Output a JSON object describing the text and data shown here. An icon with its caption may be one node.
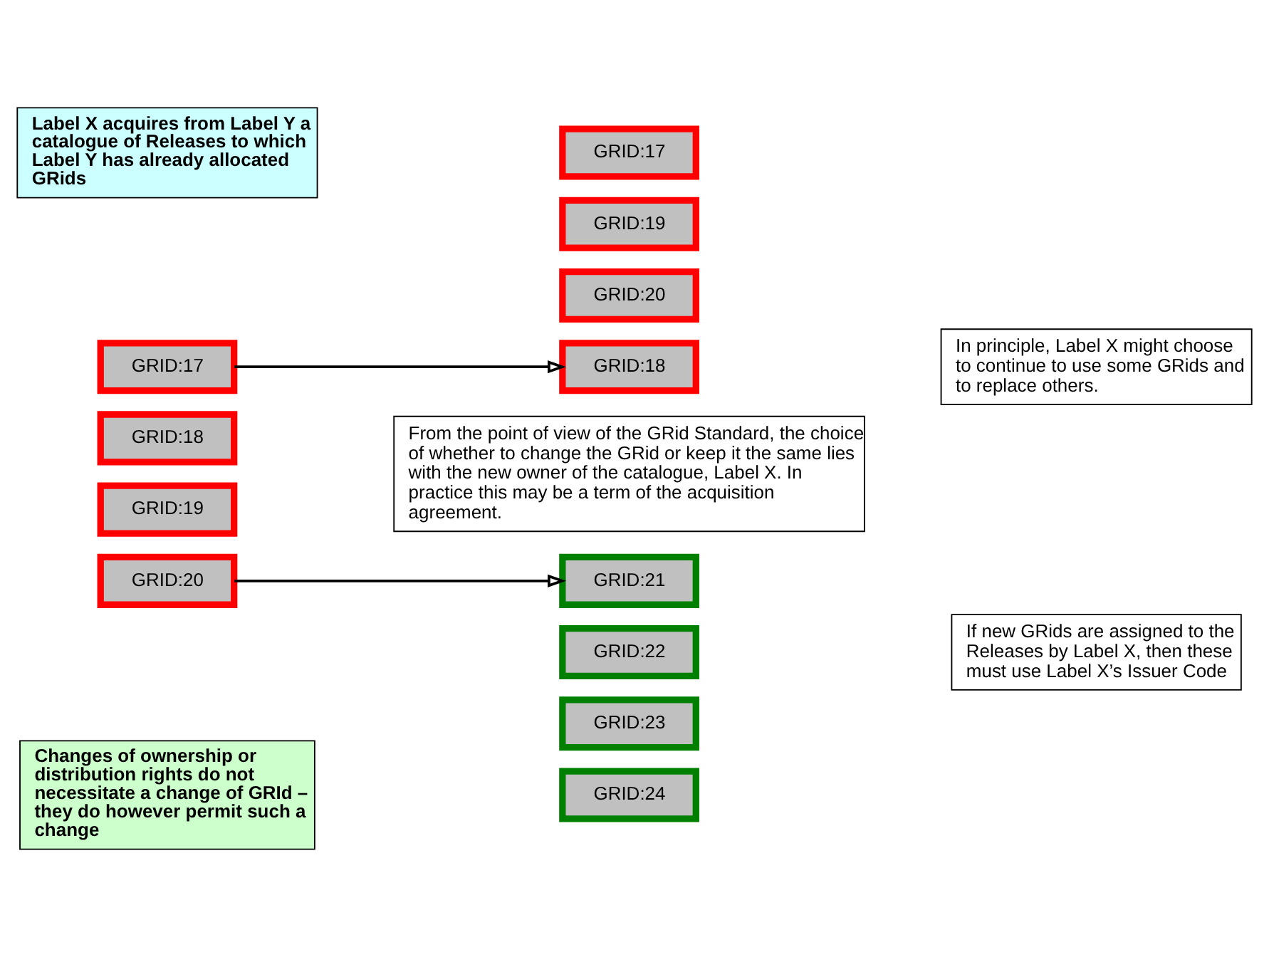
{
  "diagram": {
    "nodes": [
      {
        "text": [
          "Label X acquires from Label Y a catalogue of Releases to which Label Y has already allocated GRids"
        ]
      },
      {
        "text": [
          "GRID:17"
        ]
      },
      {
        "text": [
          "GRID:18"
        ]
      },
      {
        "text": [
          "In principle, Label X might choose to continue to use some GRids and to replace others."
        ]
      },
      {
        "text": [
          "GRID:19"
        ]
      },
      {
        "text": [
          "GRID:20"
        ]
      },
      {
        "text": [
          "GRID:17"
        ]
      },
      {
        "text": [
          "GRID:18"
        ]
      },
      {
        "text": [
          "GRID:19"
        ]
      },
      {
        "text": [
          "GRID:20"
        ]
      },
      {
        "text": [
          "From the point of view of the GRid Standard, the choice of whether to change the GRid or keep it the same lies with the new owner of the catalogue, Label X. In practice this may be a term of the acquisition agreement."
        ]
      },
      {
        "text": [
          "GRID:21"
        ]
      },
      {
        "text": [
          "GRID:22"
        ]
      },
      {
        "text": [
          "If new GRids are assigned to the Releases by Label X, then these must use Label X’s Issuer Code"
        ]
      },
      {
        "text": [
          "GRID:23"
        ]
      },
      {
        "text": [
          "GRID:24"
        ]
      },
      {
        "text": [
          "Changes of ownership or distribution rights do not necessitate a change of GRId – they do however permit such a change"
        ]
      }
    ],
    "edges": [
      {
        "from": 6,
        "to": 2,
        "arrow": "to"
      },
      {
        "from": 9,
        "to": 11,
        "arrow": "to"
      }
    ]
  }
}
